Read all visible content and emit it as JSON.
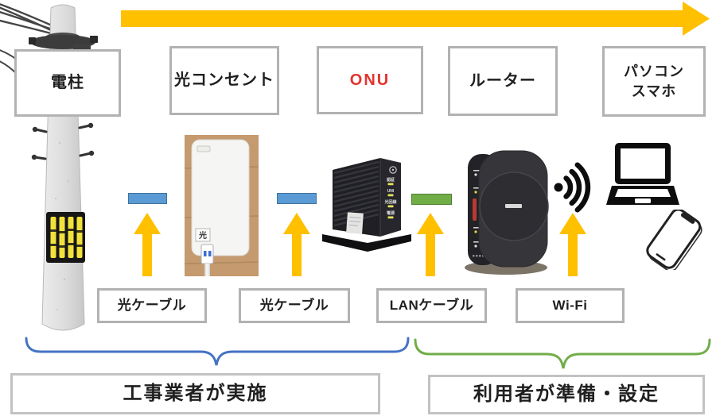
{
  "colors": {
    "accent_yellow": "#FFC000",
    "cable_blue": "#5B9BD5",
    "cable_green": "#70AD47",
    "brace_blue": "#4472C4",
    "brace_green": "#70AD47",
    "onu_text_red": "#E5332D",
    "box_border_gray": "#B2B2B2"
  },
  "top_labels": [
    {
      "label": "電柱"
    },
    {
      "label": "光コンセント"
    },
    {
      "label": "ONU"
    },
    {
      "label": "ルーター"
    },
    {
      "line1": "パソコン",
      "line2": "スマホ"
    }
  ],
  "cable_labels": [
    {
      "label": "光ケーブル"
    },
    {
      "label": "光ケーブル"
    },
    {
      "label": "LANケーブル"
    },
    {
      "label": "Wi-Fi"
    }
  ],
  "bottom_labels": [
    {
      "label": "工事業者が実施"
    },
    {
      "label": "利用者が準備・設定"
    }
  ],
  "devices": {
    "outlet": {
      "port_label": "光"
    },
    "onu": {
      "led_labels": [
        "認証",
        "UNI",
        "光回線",
        "電源"
      ]
    }
  }
}
